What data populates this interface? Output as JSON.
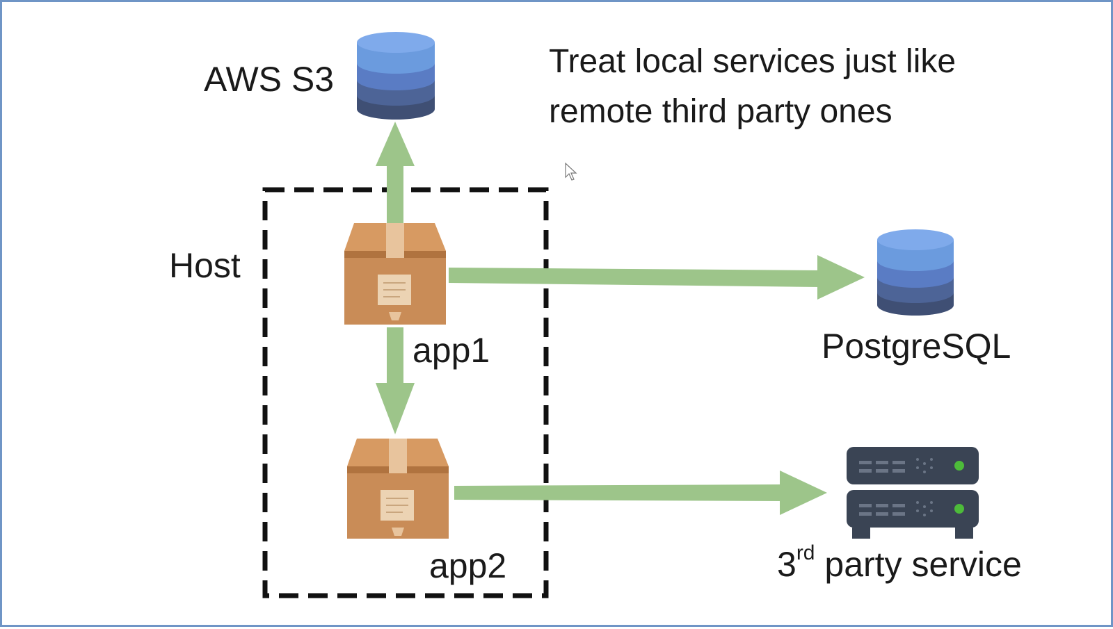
{
  "caption": {
    "line1": "Treat local services just like",
    "line2": "remote third party ones"
  },
  "nodes": {
    "s3": {
      "label": "AWS S3",
      "icon": "database-icon"
    },
    "host": {
      "label": "Host"
    },
    "app1": {
      "label": "app1",
      "icon": "package-box-icon"
    },
    "app2": {
      "label": "app2",
      "icon": "package-box-icon"
    },
    "postgres": {
      "label": "PostgreSQL",
      "icon": "database-icon"
    },
    "third_party": {
      "label_prefix": "3",
      "label_sup": "rd",
      "label_rest": " party service",
      "icon": "server-stack-icon"
    }
  },
  "colors": {
    "arrow": "#9dc58a",
    "db_top": "#6b9bde",
    "db_mid1": "#5a7cc4",
    "db_mid2": "#4d6497",
    "db_bottom": "#3f4f74",
    "box": "#c98c57",
    "box_shade": "#b0733f",
    "tape": "#e8c49d",
    "server": "#3a4454",
    "server_led": "#4dbb3a",
    "border": "#6f95c6"
  }
}
